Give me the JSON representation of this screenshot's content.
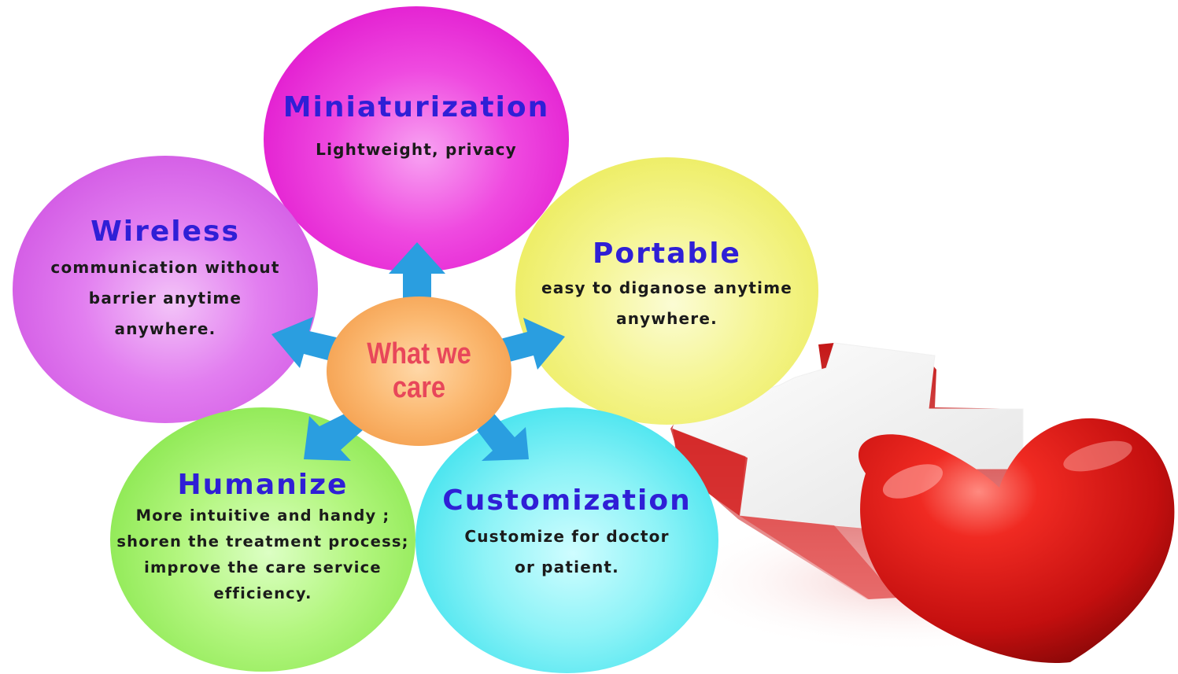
{
  "center": {
    "label": "What we care"
  },
  "bubbles": {
    "miniaturization": {
      "title": "Miniaturization",
      "lines": [
        "Lightweight, privacy"
      ],
      "color": "#e31fd1"
    },
    "wireless": {
      "title": "Wireless",
      "lines": [
        "communication without",
        "barrier anytime",
        "anywhere."
      ],
      "color": "#cc55e2"
    },
    "portable": {
      "title": "Portable",
      "lines": [
        "easy to diganose anytime",
        "anywhere."
      ],
      "color": "#ebe95e"
    },
    "humanize": {
      "title": "Humanize",
      "lines": [
        "More intuitive and handy ;",
        "shoren the treatment process;",
        "improve the care service",
        "efficiency."
      ],
      "color": "#8ae750"
    },
    "customization": {
      "title": "Customization",
      "lines": [
        "Customize for doctor",
        "or patient."
      ],
      "color": "#42e0ec"
    }
  },
  "colors": {
    "arrow": "#2a9ee0",
    "title": "#2f1fd6",
    "center_text": "#e8475a",
    "heart": "#e01818",
    "cross_side": "#d42020"
  },
  "icons": [
    "medical-cross-icon",
    "heart-icon"
  ]
}
